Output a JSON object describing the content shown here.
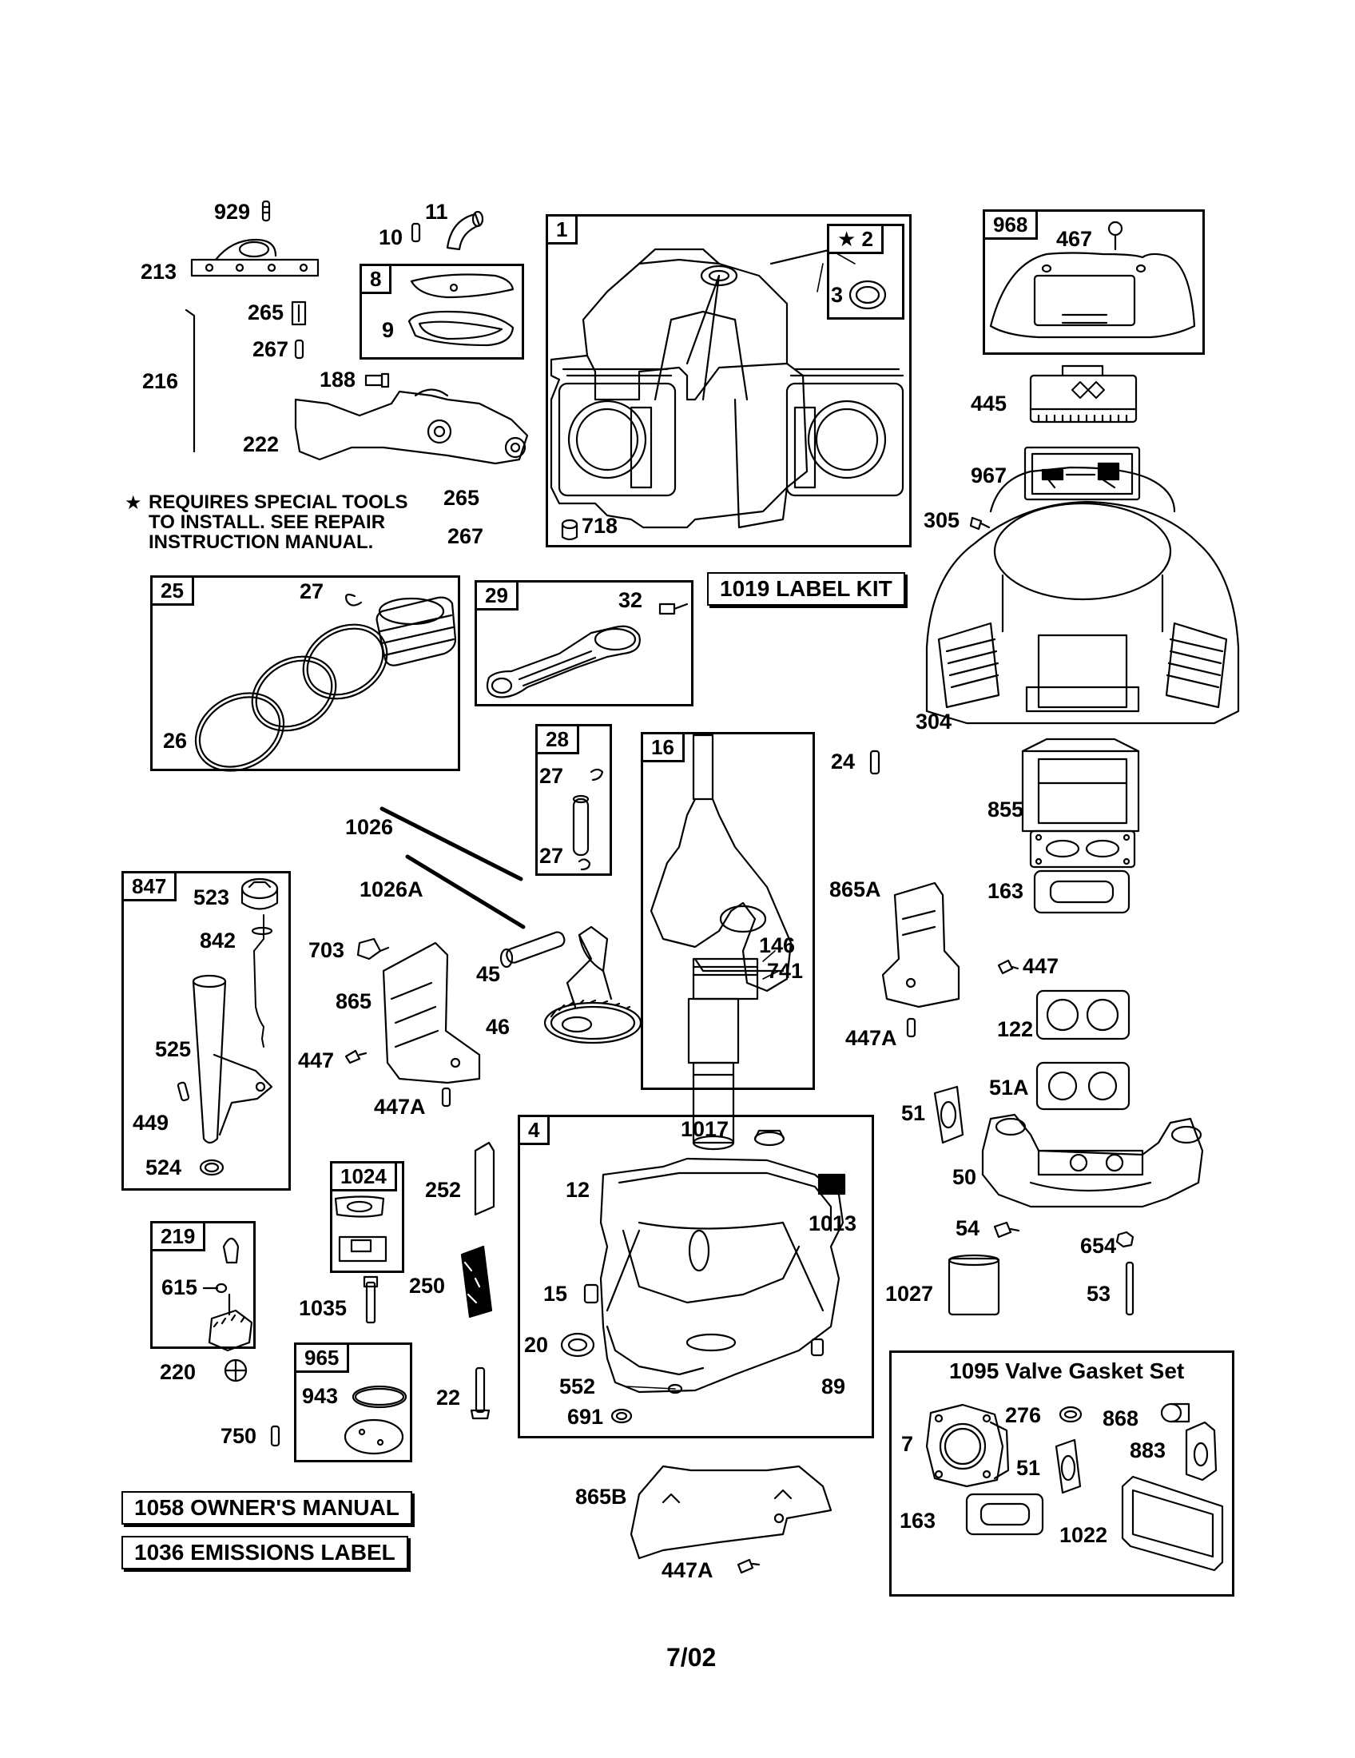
{
  "note": {
    "symbol": "★",
    "lines": [
      "REQUIRES SPECIAL TOOLS",
      "TO INSTALL.  SEE REPAIR",
      "INSTRUCTION MANUAL."
    ]
  },
  "boxes": {
    "b1": "1",
    "b2": "★ 2",
    "b8": "8",
    "b968": "968",
    "b25": "25",
    "b29": "29",
    "b28": "28",
    "b16": "16",
    "b847": "847",
    "b4": "4",
    "b1024": "1024",
    "b219": "219",
    "b965": "965"
  },
  "tags": {
    "label_kit": "1019 LABEL KIT",
    "owners_manual": "1058 OWNER'S MANUAL",
    "emissions_label": "1036 EMISSIONS LABEL"
  },
  "gasket_set_title": "1095 Valve Gasket Set",
  "labels": {
    "l929": "929",
    "l11": "11",
    "l10": "10",
    "l213": "213",
    "l265a": "265",
    "l267a": "267",
    "l216": "216",
    "l188": "188",
    "l222": "222",
    "l9": "9",
    "l3": "3",
    "l718": "718",
    "l467": "467",
    "l445": "445",
    "l967": "967",
    "l305": "305",
    "l265b": "265",
    "l267b": "267",
    "l27a": "27",
    "l26": "26",
    "l32": "32",
    "l304": "304",
    "l24": "24",
    "l27b": "27",
    "l27c": "27",
    "l1026": "1026",
    "l1026A": "1026A",
    "l523": "523",
    "l842": "842",
    "l703": "703",
    "l45": "45",
    "l865": "865",
    "l46": "46",
    "l146": "146",
    "l741": "741",
    "l865A": "865A",
    "l855": "855",
    "l163a": "163",
    "l447a": "447",
    "l447b": "447",
    "l447Aa": "447A",
    "l122": "122",
    "l525": "525",
    "l447Ab": "447A",
    "l449": "449",
    "l51A": "51A",
    "l51a": "51",
    "l50": "50",
    "l524": "524",
    "l1017": "1017",
    "l12": "12",
    "l252": "252",
    "l1013": "1013",
    "l54": "54",
    "l654": "654",
    "l615": "615",
    "l1035": "1035",
    "l250": "250",
    "l15": "15",
    "l1027": "1027",
    "l53": "53",
    "l20": "20",
    "l220": "220",
    "l943": "943",
    "l22": "22",
    "l552": "552",
    "l89": "89",
    "l691": "691",
    "l750": "750",
    "l7": "7",
    "l276": "276",
    "l868": "868",
    "l883": "883",
    "l51b": "51",
    "l163b": "163",
    "l1022": "1022",
    "l865B": "865B",
    "l447Ac": "447A"
  },
  "footer": "7/02"
}
